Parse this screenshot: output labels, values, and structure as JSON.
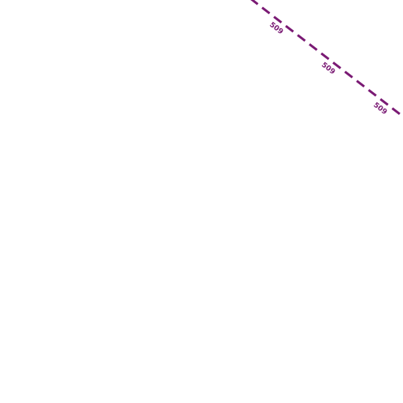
{
  "map": {
    "background_color": "#ffffff",
    "route": {
      "ref": "509",
      "line_color": "#7a1a74",
      "line_style": "dashed",
      "labels": [
        {
          "text": "509"
        },
        {
          "text": "509"
        },
        {
          "text": "509"
        }
      ]
    }
  }
}
